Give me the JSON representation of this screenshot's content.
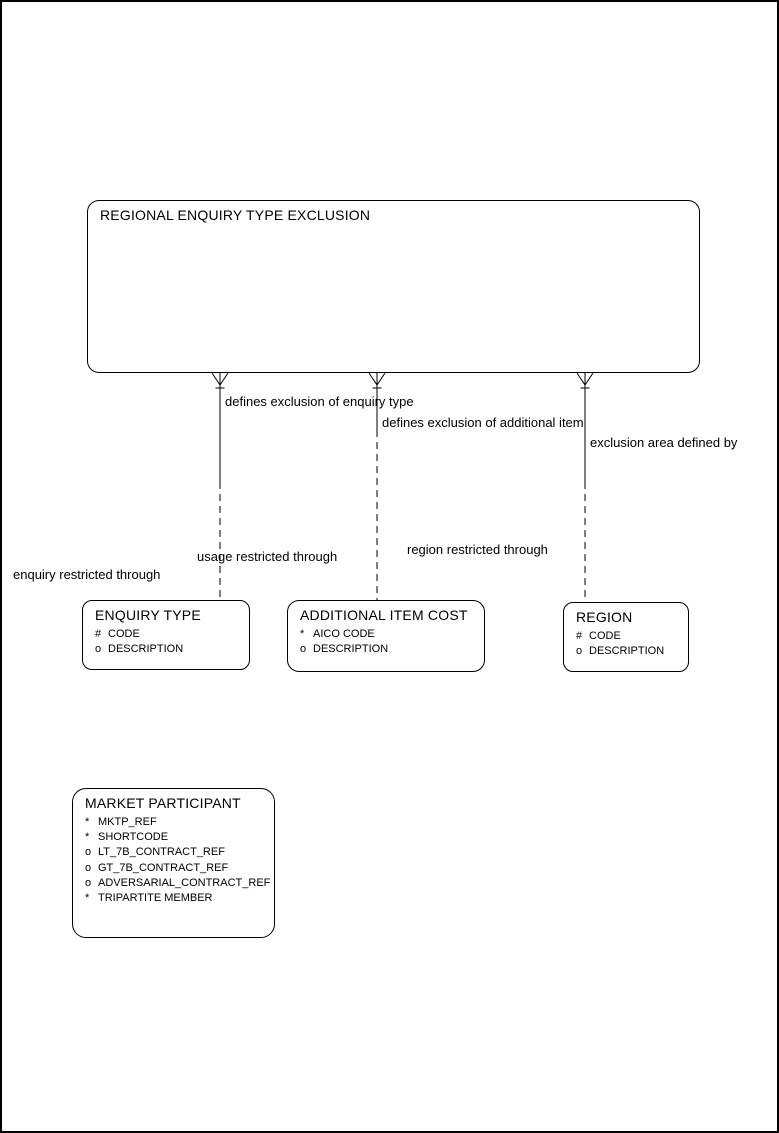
{
  "diagram": {
    "parent_entity": {
      "title": "REGIONAL ENQUIRY TYPE EXCLUSION"
    },
    "relationships": [
      {
        "parent_label": "defines exclusion of enquiry type",
        "child_label": "enquiry restricted through"
      },
      {
        "parent_label": "defines exclusion of additional item",
        "child_label": "usage restricted through"
      },
      {
        "parent_label": "exclusion area defined by",
        "child_label": "region restricted through"
      }
    ],
    "entities": [
      {
        "title": "ENQUIRY TYPE",
        "attributes": [
          {
            "marker": "#",
            "name": "CODE"
          },
          {
            "marker": "o",
            "name": "DESCRIPTION"
          }
        ]
      },
      {
        "title": "ADDITIONAL ITEM COST",
        "attributes": [
          {
            "marker": "*",
            "name": "AICO CODE"
          },
          {
            "marker": "o",
            "name": "DESCRIPTION"
          }
        ]
      },
      {
        "title": "REGION",
        "attributes": [
          {
            "marker": "#",
            "name": "CODE"
          },
          {
            "marker": "o",
            "name": "DESCRIPTION"
          }
        ]
      },
      {
        "title": "MARKET PARTICIPANT",
        "attributes": [
          {
            "marker": "*",
            "name": "MKTP_REF"
          },
          {
            "marker": "*",
            "name": "SHORTCODE"
          },
          {
            "marker": "o",
            "name": "LT_7B_CONTRACT_REF"
          },
          {
            "marker": "o",
            "name": "GT_7B_CONTRACT_REF"
          },
          {
            "marker": "o",
            "name": "ADVERSARIAL_CONTRACT_REF"
          },
          {
            "marker": "*",
            "name": "TRIPARTITE MEMBER"
          }
        ]
      }
    ],
    "colors": {
      "background": "#ffffff",
      "line": "#000000",
      "text": "#000000"
    }
  }
}
